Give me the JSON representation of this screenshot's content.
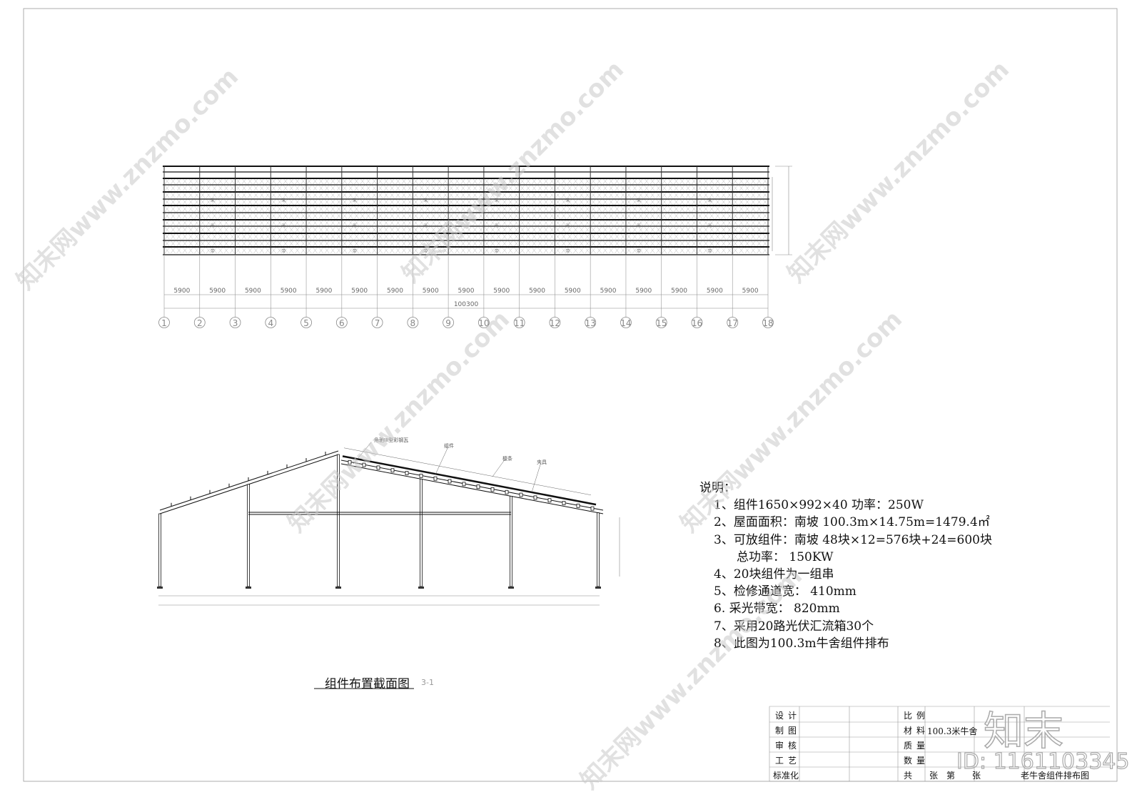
{
  "plan": {
    "bay_dimension": "5900",
    "bay_count": 17,
    "total_dimension": "100300",
    "axis_labels": [
      "1",
      "2",
      "3",
      "4",
      "5",
      "6",
      "7",
      "8",
      "9",
      "10",
      "11",
      "12",
      "13",
      "14",
      "15",
      "16",
      "17",
      "18"
    ],
    "skylight_labels": [
      "采",
      "光",
      "带"
    ]
  },
  "section": {
    "title": "组件布置截面图",
    "scale": "3-1",
    "callouts": {
      "roof_sheet": "角驰III型彩钢瓦",
      "module": "组件",
      "purlin": "檩条",
      "clamp": "夹具"
    }
  },
  "notes": {
    "heading": "说明：",
    "items": [
      "1、组件1650×992×40      功率：250W",
      "2、屋面面积：南坡 100.3m×14.75m=1479.4㎡",
      "3、可放组件：南坡 48块×12=576块+24=600块",
      "总功率：   150KW",
      "4、20块组件为一组串",
      "5、检修通道宽：  410mm",
      "6. 采光带宽：     820mm",
      "7、采用20路光伏汇流箱30个",
      "8、此图为100.3m牛舍组件排布"
    ]
  },
  "title_block": {
    "left_labels": [
      "设计",
      "制图",
      "审核",
      "工艺",
      "标准化"
    ],
    "right_labels": [
      "比例",
      "材料",
      "质量",
      "数量"
    ],
    "material_value": "100.3米牛舍",
    "sheet_total": "共",
    "sheet_unit_1": "张",
    "sheet_no": "第",
    "sheet_unit_2": "张",
    "drawing_name": "老牛舍组件排布图"
  },
  "watermark": {
    "site": "知末网www.znzmo.com",
    "logo": "知末",
    "id": "ID: 1161103345"
  },
  "colors": {
    "line": "#111111",
    "thin": "#888888",
    "watermark": "#c8c8c8"
  }
}
